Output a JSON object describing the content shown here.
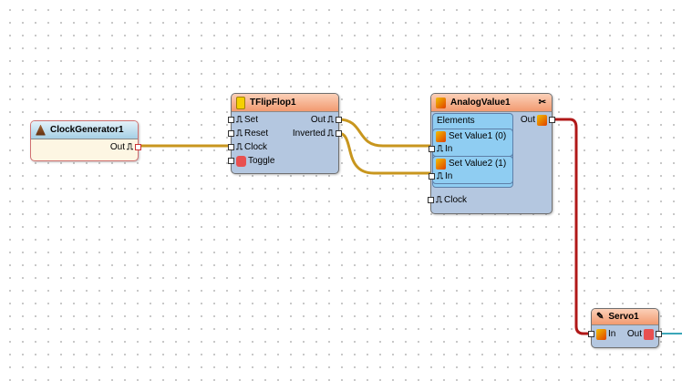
{
  "nodes": {
    "clock": {
      "title": "ClockGenerator1",
      "out": "Out"
    },
    "tff": {
      "title": "TFlipFlop1",
      "inputs": [
        "Set",
        "Reset",
        "Clock",
        "Toggle"
      ],
      "outputs": [
        "Out",
        "Inverted"
      ]
    },
    "analog": {
      "title": "AnalogValue1",
      "elements_label": "Elements",
      "elements": [
        {
          "name": "Set Value1 (0)",
          "pin": "In"
        },
        {
          "name": "Set Value2 (1)",
          "pin": "In"
        }
      ],
      "clock": "Clock",
      "out": "Out"
    },
    "servo": {
      "title": "Servo1",
      "in": "In",
      "out": "Out"
    }
  },
  "colors": {
    "wire_digital": "#c8961e",
    "wire_analog": "#b01818",
    "wire_servo": "#3aa6b8"
  }
}
